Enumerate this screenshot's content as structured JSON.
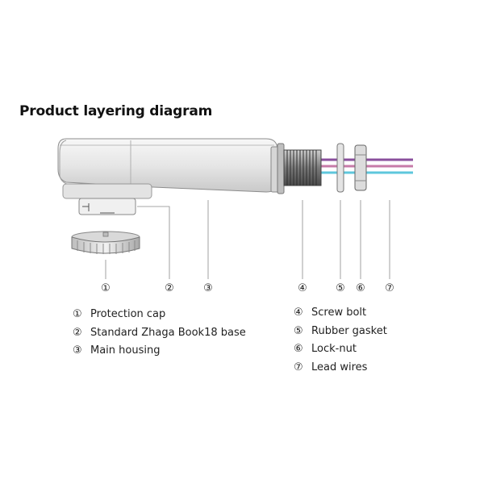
{
  "title": "Product layering diagram",
  "callouts": [
    "①",
    "②",
    "③",
    "④",
    "⑤",
    "⑥",
    "⑦"
  ],
  "legend_left": [
    {
      "marker": "①",
      "label": "Protection cap"
    },
    {
      "marker": "②",
      "label": "Standard Zhaga Book18 base"
    },
    {
      "marker": "③",
      "label": "Main housing"
    }
  ],
  "legend_right": [
    {
      "marker": "④",
      "label": "Screw bolt"
    },
    {
      "marker": "⑤",
      "label": "Rubber gasket"
    },
    {
      "marker": "⑥",
      "label": "Lock-nut"
    },
    {
      "marker": "⑦",
      "label": "Lead wires"
    }
  ],
  "colors": {
    "wire_purple": "#8a4f9c",
    "wire_cyan": "#5ec7dc",
    "wire_pink": "#c77ba8"
  }
}
